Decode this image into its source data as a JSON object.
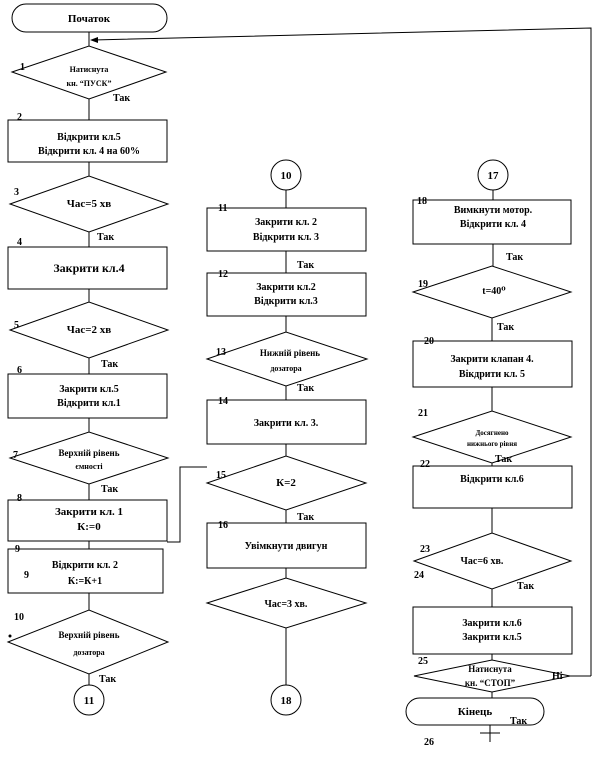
{
  "col1": {
    "start": "Початок",
    "b1": {
      "num": "1",
      "l1": "Натиснута",
      "l2": "кн. “ПУСК”"
    },
    "t1": "Так",
    "b2": {
      "num": "2",
      "l1": "Відкрити кл.5",
      "l2": "Відкрити кл. 4 на 60%"
    },
    "b3": {
      "num": "3",
      "text": "Час=5 хв"
    },
    "t3": "Так",
    "b4": {
      "num": "4",
      "text": "Закрити кл.4"
    },
    "b5": {
      "num": "5",
      "text": "Час=2 хв"
    },
    "t5": "Так",
    "b6": {
      "num": "6",
      "l1": "Закрити кл.5",
      "l2": "Відкрити кл.1"
    },
    "b7": {
      "num": "7",
      "l1": "Верхній рівень",
      "l2": "ємності"
    },
    "t7": "Так",
    "b8": {
      "num": "8",
      "l1": "Закрити кл. 1",
      "l2": "К:=0"
    },
    "b9": {
      "num": "9",
      "l1": "Відкрити кл. 2",
      "l2": "К:=К+1"
    },
    "b10": {
      "num": "10",
      "l1": "Верхній рівень",
      "l2": "дозатора"
    },
    "t10": "Так",
    "conn11": "11"
  },
  "col2": {
    "conn10": "10",
    "b11": {
      "num": "11",
      "l1": "Закрити кл. 2",
      "l2": "Відкрити кл. 3"
    },
    "t11": "Так",
    "b12": {
      "num": "12",
      "l1": "Закрити кл.2",
      "l2": "Відкрити кл.3"
    },
    "b13": {
      "num": "13",
      "l1": "Нижній рівень",
      "l2": "дозатора"
    },
    "t13": "Так",
    "b14": {
      "num": "14",
      "text": "Закрити кл. 3."
    },
    "b15": {
      "num": "15",
      "text": "К=2"
    },
    "t15": "Так",
    "b16": {
      "num": "16",
      "text": "Увімкнути двигун"
    },
    "b17": {
      "text": "Час=3 хв."
    },
    "conn18": "18"
  },
  "col3": {
    "conn17": "17",
    "b18": {
      "num": "18",
      "l1": "Вимкнути мотор.",
      "l2": "Відкрити кл. 4"
    },
    "t18": "Так",
    "b19": {
      "num": "19",
      "text": "t=40⁰"
    },
    "t19": "Так",
    "b20": {
      "num": "20",
      "l1": "Закрити клапан 4.",
      "l2": "Вікдрити кл. 5"
    },
    "b21": {
      "num": "21",
      "l1": "Досягнено",
      "l2": "нижнього рівня"
    },
    "t21": "Так",
    "b22": {
      "num": "22",
      "text": "Відкрити кл.6"
    },
    "b23": {
      "num": "23",
      "text": "Час=6 хв."
    },
    "n24": "24",
    "t23": "Так",
    "b24": {
      "l1": "Закрити кл.6",
      "l2": "Закрити кл.5"
    },
    "b25": {
      "num": "25",
      "l1": "Натиснута",
      "l2": "кн. “СТОП”"
    },
    "no25": "Ні",
    "end": "Кінець",
    "tEnd": "Так",
    "n26": "26"
  }
}
